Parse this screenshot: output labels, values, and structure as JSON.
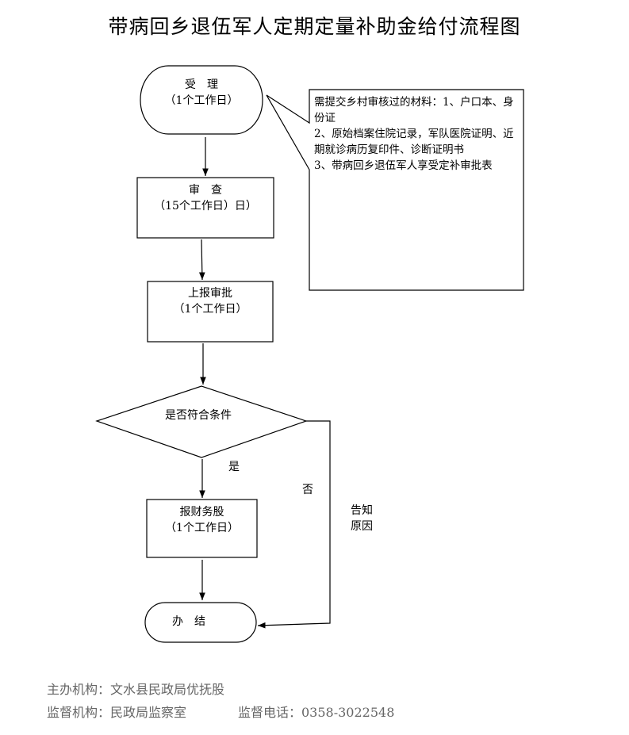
{
  "title": "带病回乡退伍军人定期定量补助金给付流程图",
  "steps": {
    "accept": {
      "name": "受　理",
      "duration": "（1个工作日）"
    },
    "review": {
      "name": "审　查",
      "duration": "（15个工作日）日）"
    },
    "report": {
      "name": "上报审批",
      "duration": "（1个工作日）"
    },
    "decision": {
      "question": "是否符合条件",
      "yes": "是",
      "no": "否",
      "notify": [
        "告知",
        "原因"
      ]
    },
    "finance": {
      "name": "报财务股",
      "duration": "（1个工作日）"
    },
    "done": {
      "name": "办　结"
    }
  },
  "materials_note": [
    "需提交乡村审核过的材料：1、户口本、身份证",
    "2、原始档案住院记录，军队医院证明、近期就诊病历复印件、诊断证明书",
    "3、带病回乡退伍军人享受定补审批表"
  ],
  "footer": {
    "host": "主办机构：文水县民政局优抚股",
    "supervisor": "监督机构：民政局监察室",
    "phone": "监督电话：0358-3022548"
  }
}
